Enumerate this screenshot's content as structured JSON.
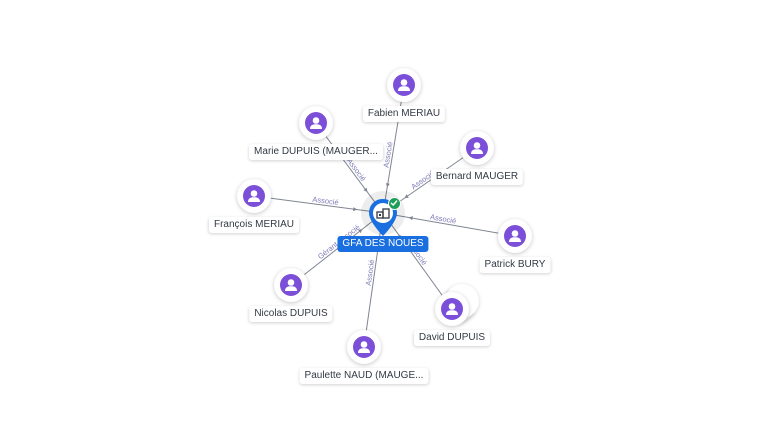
{
  "center": {
    "name": "GFA DES NOUES",
    "icon": "building-icon",
    "status_icon": "check-icon",
    "color": "#1a6fe0"
  },
  "colors": {
    "edge": "#7f8591",
    "edge_label": "#7d7ab7",
    "avatar": "#7c4fd9",
    "center_label_bg": "#1a6fe0",
    "check": "#1e9e5a"
  },
  "people": [
    {
      "id": "fabien-meriau",
      "name": "Fabien MERIAU",
      "relation": "Associé"
    },
    {
      "id": "marie-dupuis",
      "name": "Marie DUPUIS (MAUGER...",
      "relation": "Associé"
    },
    {
      "id": "bernard-mauger",
      "name": "Bernard MAUGER",
      "relation": "Associé"
    },
    {
      "id": "francois-meriau",
      "name": "François MERIAU",
      "relation": "Associé"
    },
    {
      "id": "patrick-bury",
      "name": "Patrick BURY",
      "relation": "Associé"
    },
    {
      "id": "nicolas-dupuis",
      "name": "Nicolas DUPUIS",
      "relation": "Gérant Associé"
    },
    {
      "id": "david-dupuis",
      "name": "David DUPUIS",
      "relation": "Associé",
      "stacked": true
    },
    {
      "id": "paulette-naud",
      "name": "Paulette NAUD (MAUGE...",
      "relation": "Associé"
    }
  ]
}
